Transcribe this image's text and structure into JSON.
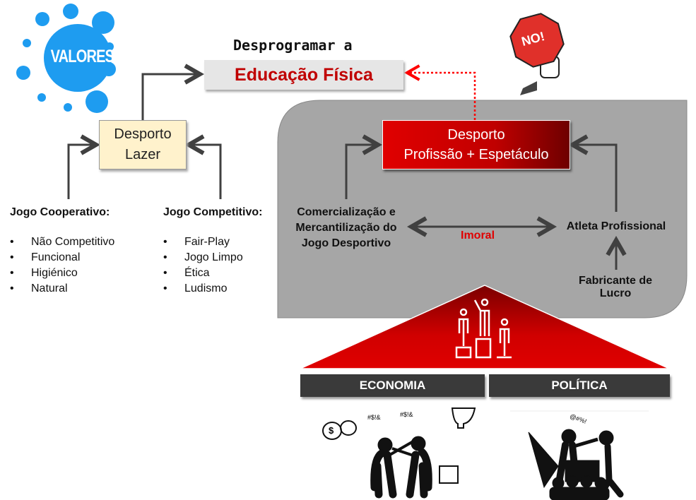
{
  "valores": {
    "label": "VALORES",
    "color": "#1e9cf0"
  },
  "header": {
    "line1": "Desprogramar a",
    "line2": "Educação Física"
  },
  "no_sign": {
    "label": "NO!"
  },
  "lazer": {
    "line1": "Desporto",
    "line2": "Lazer"
  },
  "cooperativo": {
    "title": "Jogo Cooperativo:",
    "items": [
      "Não Competitivo",
      "Funcional",
      "Higiénico",
      "Natural"
    ]
  },
  "competitivo": {
    "title": "Jogo Competitivo:",
    "items": [
      "Fair-Play",
      "Jogo Limpo",
      "Ética",
      "Ludismo"
    ]
  },
  "profissao": {
    "line1": "Desporto",
    "line2": "Profissão + Espetáculo"
  },
  "comercial": {
    "line1": "Comercialização e",
    "line2": "Mercantilização do",
    "line3": "Jogo Desportivo"
  },
  "imoral": "Imoral",
  "atleta": "Atleta Profissional",
  "fabricante": "Fabricante de Lucro",
  "bases": {
    "economia": "ECONOMIA",
    "politica": "POLÍTICA"
  },
  "symbols": {
    "curse1": "#$!&",
    "curse2": "#$!&",
    "curse3": "@#%!",
    "dollar": "$"
  },
  "colors": {
    "red": "#c00000",
    "gray_panel": "#a6a6a6",
    "bar": "#3a3a3a"
  }
}
